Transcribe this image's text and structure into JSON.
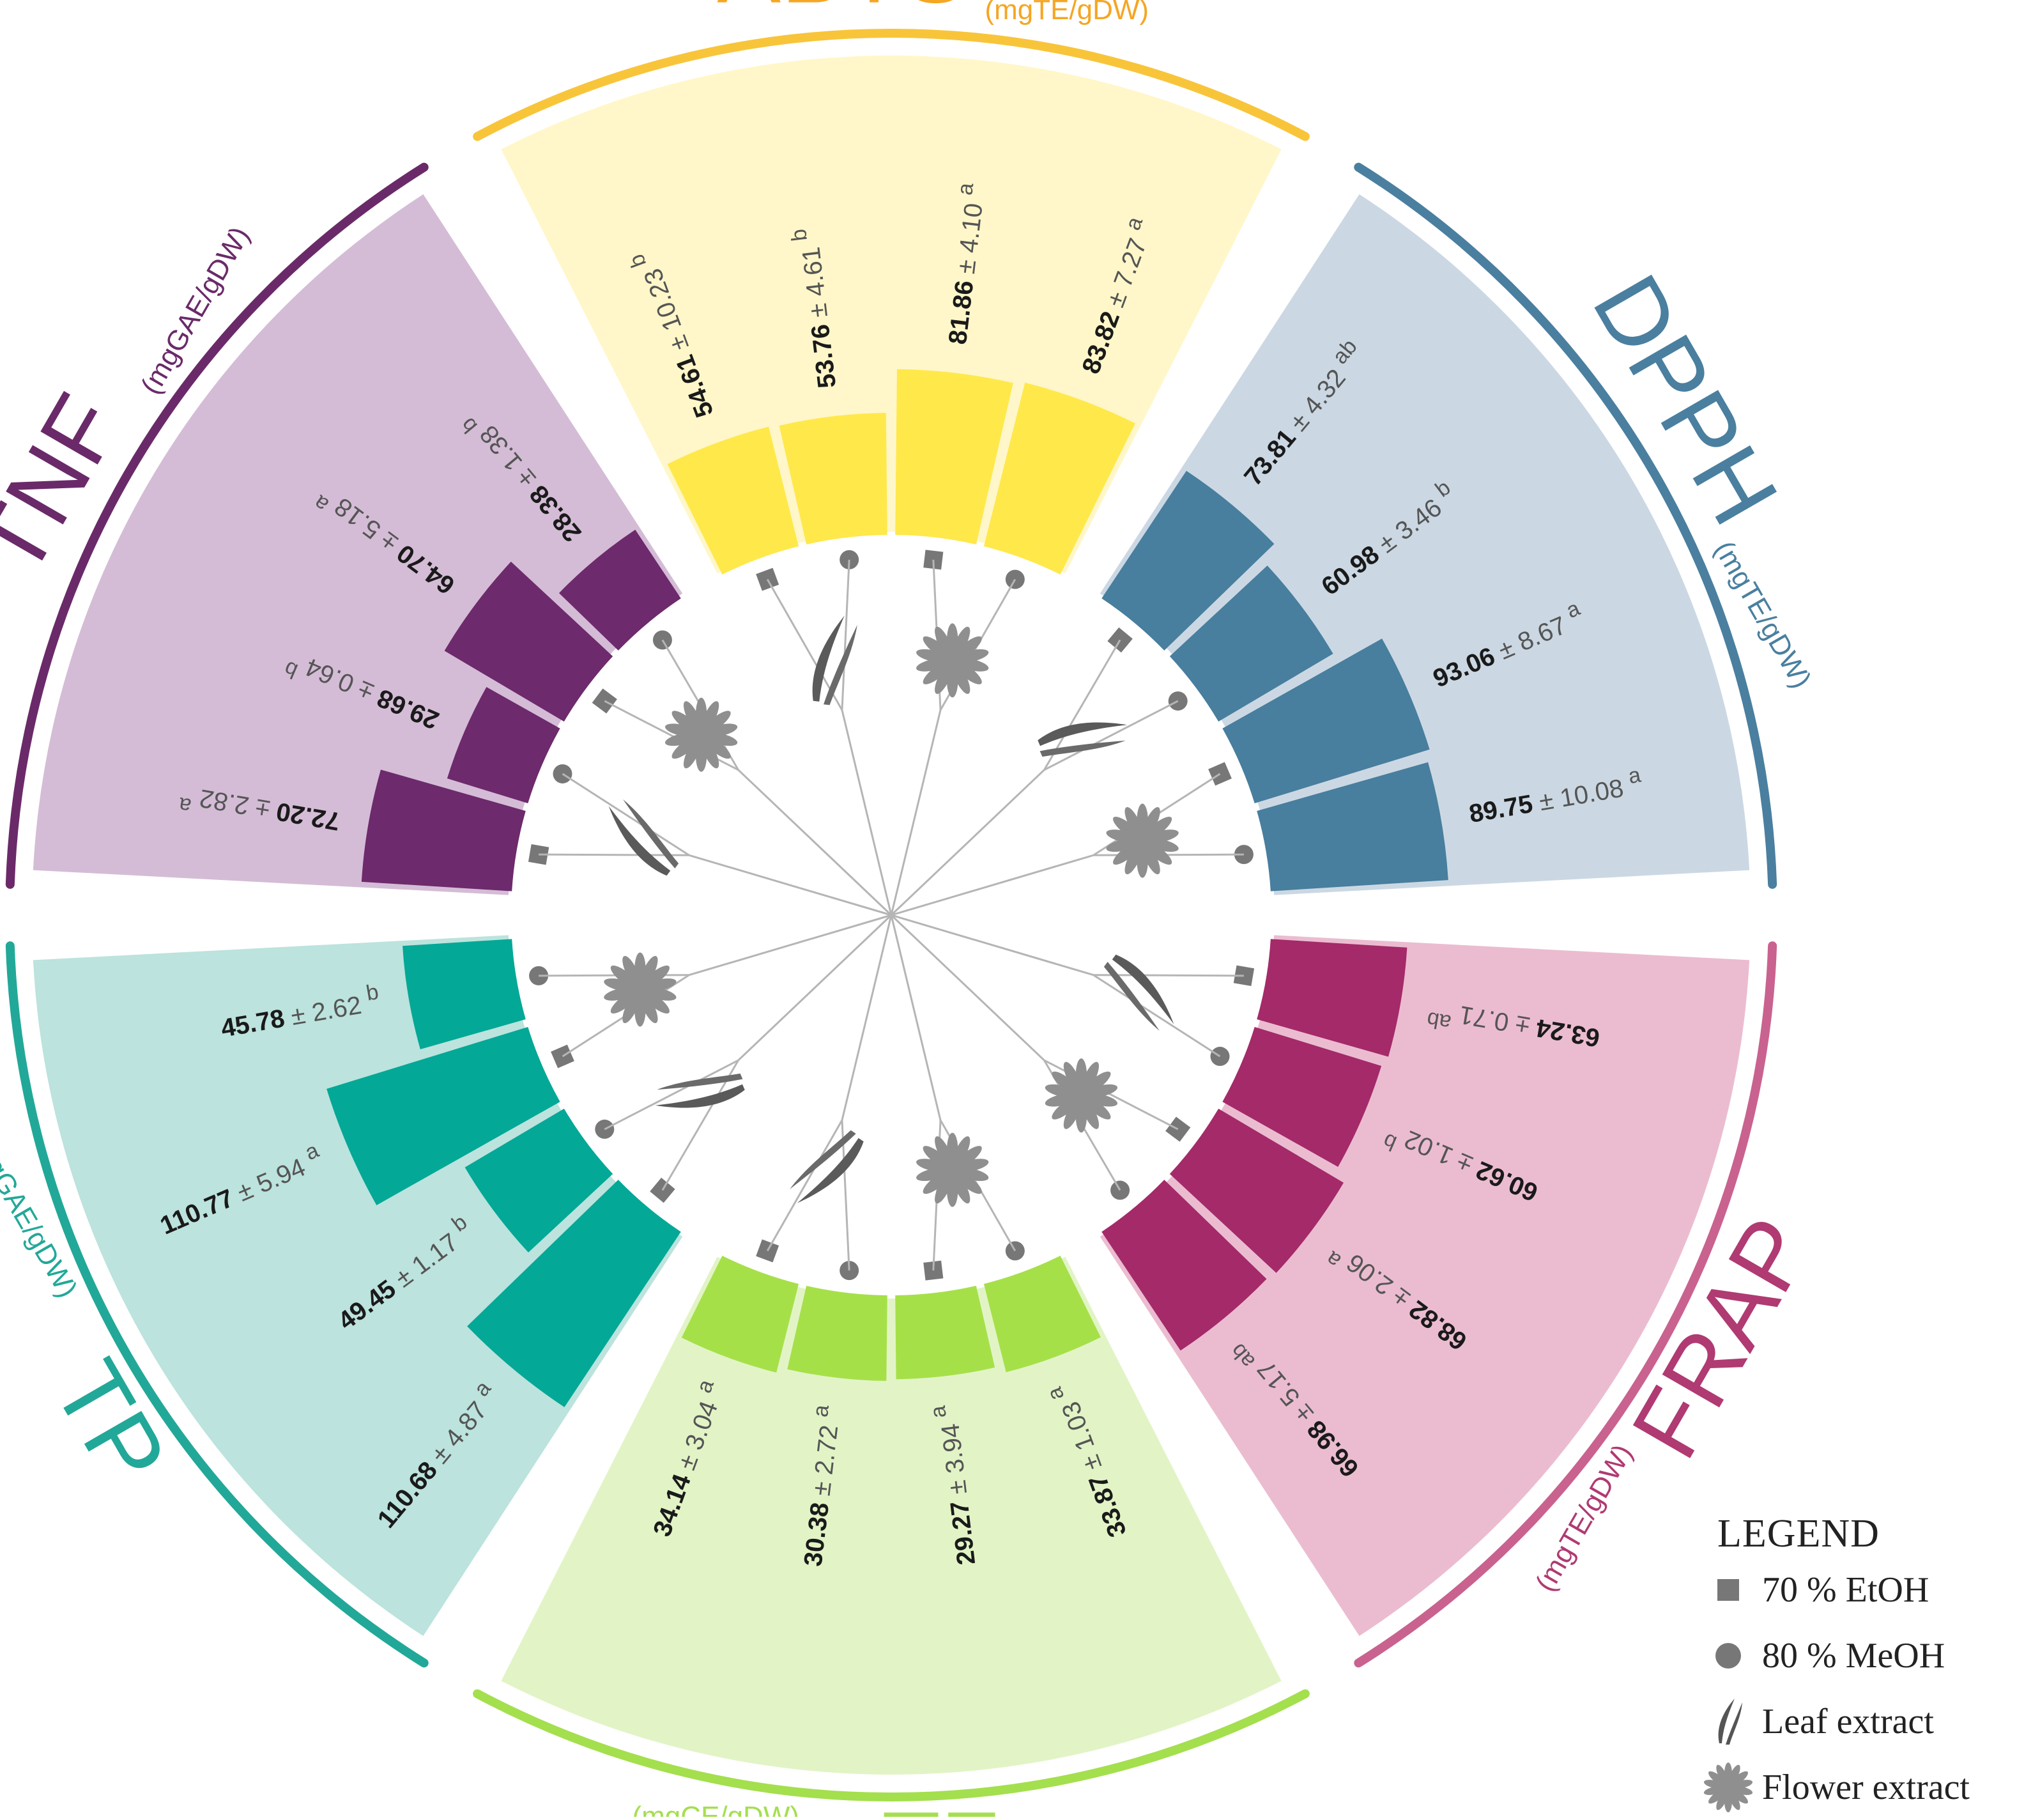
{
  "chart_data": {
    "type": "radial-bar",
    "legend": {
      "title": "LEGEND",
      "items": [
        {
          "symbol": "square",
          "label": "70 % EtOH"
        },
        {
          "symbol": "circle",
          "label": "80 % MeOH"
        },
        {
          "symbol": "leaf-icon",
          "label": "Leaf extract"
        },
        {
          "symbol": "flower-icon",
          "label": "Flower extract"
        }
      ]
    },
    "sectors": [
      {
        "title": "ABTS",
        "unit": "(mgTE/gDW)",
        "color": "#ffe84a",
        "bg": "#fff7c9",
        "arc": "#f8c53a",
        "title_color": "#f5a623",
        "bars": [
          {
            "value": 54.61,
            "sd": 10.23,
            "letter": "b",
            "extract": "leaf",
            "solvent": "EtOH"
          },
          {
            "value": 53.76,
            "sd": 4.61,
            "letter": "b",
            "extract": "leaf",
            "solvent": "MeOH"
          },
          {
            "value": 81.86,
            "sd": 4.1,
            "letter": "a",
            "extract": "flower",
            "solvent": "EtOH"
          },
          {
            "value": 83.82,
            "sd": 7.27,
            "letter": "a",
            "extract": "flower",
            "solvent": "MeOH"
          }
        ]
      },
      {
        "title": "DPPH",
        "unit": "(mgTE/gDW)",
        "color": "#487e9e",
        "bg": "#cbd8e3",
        "arc": "#4a7f9f",
        "title_color": "#4a7f9f",
        "bars": [
          {
            "value": 73.81,
            "sd": 4.32,
            "letter": "ab",
            "extract": "leaf",
            "solvent": "EtOH"
          },
          {
            "value": 60.98,
            "sd": 3.46,
            "letter": "b",
            "extract": "leaf",
            "solvent": "MeOH"
          },
          {
            "value": 93.06,
            "sd": 8.67,
            "letter": "a",
            "extract": "flower",
            "solvent": "EtOH"
          },
          {
            "value": 89.75,
            "sd": 10.08,
            "letter": "a",
            "extract": "flower",
            "solvent": "MeOH"
          }
        ]
      },
      {
        "title": "FRAP",
        "unit": "(mgTE/gDW)",
        "color": "#a42a69",
        "bg": "#ebbcd0",
        "arc": "#c9628f",
        "title_color": "#b03a72",
        "bars": [
          {
            "value": 63.24,
            "sd": 0.71,
            "letter": "ab",
            "extract": "leaf",
            "solvent": "EtOH"
          },
          {
            "value": 60.62,
            "sd": 1.02,
            "letter": "b",
            "extract": "leaf",
            "solvent": "MeOH"
          },
          {
            "value": 68.82,
            "sd": 2.06,
            "letter": "a",
            "extract": "flower",
            "solvent": "EtOH"
          },
          {
            "value": 66.98,
            "sd": 5.17,
            "letter": "ab",
            "extract": "flower",
            "solvent": "MeOH"
          }
        ]
      },
      {
        "title": "TF",
        "unit": "(mgCE/gDW)",
        "color": "#a6e049",
        "bg": "#e2f4c6",
        "arc": "#a4df4e",
        "title_color": "#a4df4e",
        "bars": [
          {
            "value": 33.87,
            "sd": 1.03,
            "letter": "a",
            "extract": "flower",
            "solvent": "MeOH"
          },
          {
            "value": 29.27,
            "sd": 3.94,
            "letter": "a",
            "extract": "flower",
            "solvent": "EtOH"
          },
          {
            "value": 30.38,
            "sd": 2.72,
            "letter": "a",
            "extract": "leaf",
            "solvent": "MeOH"
          },
          {
            "value": 34.14,
            "sd": 3.04,
            "letter": "a",
            "extract": "leaf",
            "solvent": "EtOH"
          }
        ]
      },
      {
        "title": "TP",
        "unit": "(mgGAE/gDW)",
        "color": "#04a897",
        "bg": "#bce3dd",
        "arc": "#22a898",
        "title_color": "#22a898",
        "bars": [
          {
            "value": 110.68,
            "sd": 4.87,
            "letter": "a",
            "extract": "leaf",
            "solvent": "EtOH"
          },
          {
            "value": 49.45,
            "sd": 1.17,
            "letter": "b",
            "extract": "leaf",
            "solvent": "MeOH"
          },
          {
            "value": 110.77,
            "sd": 5.94,
            "letter": "a",
            "extract": "flower",
            "solvent": "EtOH"
          },
          {
            "value": 45.78,
            "sd": 2.62,
            "letter": "b",
            "extract": "flower",
            "solvent": "MeOH"
          }
        ]
      },
      {
        "title": "TNF",
        "unit": "(mgGAE/gDW)",
        "color": "#6d2a6c",
        "bg": "#d4bcd6",
        "arc": "#6a2a69",
        "title_color": "#6a2a69",
        "bars": [
          {
            "value": 72.2,
            "sd": 2.82,
            "letter": "a",
            "extract": "leaf",
            "solvent": "EtOH"
          },
          {
            "value": 29.68,
            "sd": 0.64,
            "letter": "b",
            "extract": "leaf",
            "solvent": "MeOH"
          },
          {
            "value": 64.7,
            "sd": 5.18,
            "letter": "a",
            "extract": "flower",
            "solvent": "EtOH"
          },
          {
            "value": 28.38,
            "sd": 1.38,
            "letter": "b",
            "extract": "flower",
            "solvent": "MeOH"
          }
        ]
      }
    ]
  }
}
